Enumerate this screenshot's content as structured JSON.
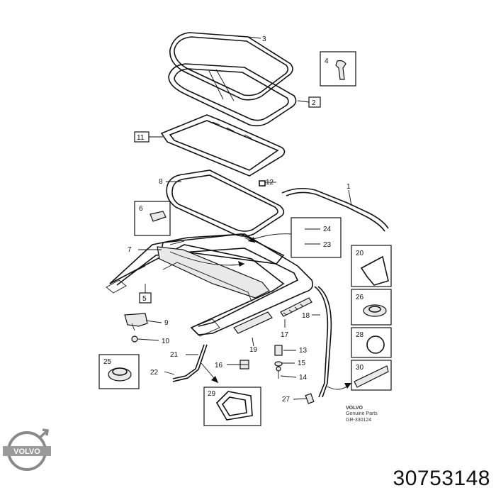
{
  "callouts": {
    "c1": "1",
    "c2": "2",
    "c3": "3",
    "c4": "4",
    "c5": "5",
    "c6": "6",
    "c7": "7",
    "c8": "8",
    "c9": "9",
    "c10": "10",
    "c11": "11",
    "c12": "12",
    "c13": "13",
    "c14": "14",
    "c15": "15",
    "c16": "16",
    "c17": "17",
    "c18": "18",
    "c19": "19",
    "c20": "20",
    "c21": "21",
    "c22": "22",
    "c23": "23",
    "c24": "24",
    "c25": "25",
    "c26": "26",
    "c27": "27",
    "c28": "28",
    "c29": "29",
    "c30": "30"
  },
  "footer": {
    "brand": "VOLVO",
    "genuine": "Genuine Parts",
    "drawing_ref": "GR-330124"
  },
  "logo_text": "VOLVO",
  "part_number": "30753148"
}
